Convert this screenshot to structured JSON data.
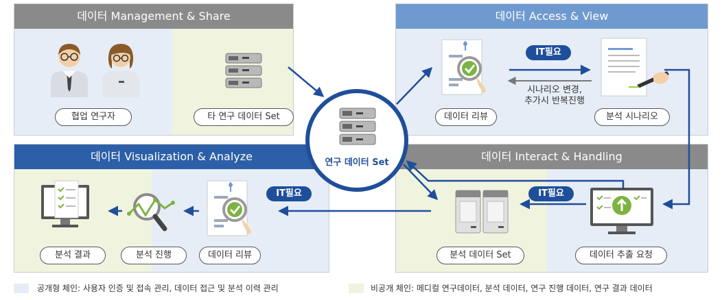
{
  "panels": {
    "management": {
      "title": "데이터 Management & Share"
    },
    "access": {
      "title": "데이터 Access & View"
    },
    "visualization": {
      "title": "데이터 Visualization & Analyze"
    },
    "interact": {
      "title": "데이터 Interact & Handling"
    }
  },
  "labels": {
    "collaborator": "협업 연구자",
    "other_dataset": "타 연구 데이터 Set",
    "review_top": "데이터 리뷰",
    "scenario": "분석 시나리오",
    "result": "분석 결과",
    "progress": "분석 진행",
    "review_bottom": "데이터 리뷰",
    "analysis_dataset": "분석 데이터 Set",
    "extract_request": "데이터 추출 요청"
  },
  "center": {
    "label": "연구 데이터 Set"
  },
  "badges": {
    "it_required": "IT필요"
  },
  "notes": {
    "scenario_change_1": "시나리오 변경,",
    "scenario_change_2": "추가시 반복진행"
  },
  "legend": {
    "public": {
      "color": "#e6edf6",
      "text": "공개형 체인: 사용자 인증 및 접속 관리, 데이터 접근 및 분석 이력 관리"
    },
    "private": {
      "color": "#f0f4df",
      "text": "비공개 체인: 메디컬 연구데이터, 분석 데이터, 연구 진행 데이터, 연구 결과 데이터"
    }
  },
  "colors": {
    "navy": "#1f4e9a",
    "blue_header": "#6f9ad0",
    "gray_header": "#8a8a8a",
    "navy_header": "#2c5fa8"
  }
}
